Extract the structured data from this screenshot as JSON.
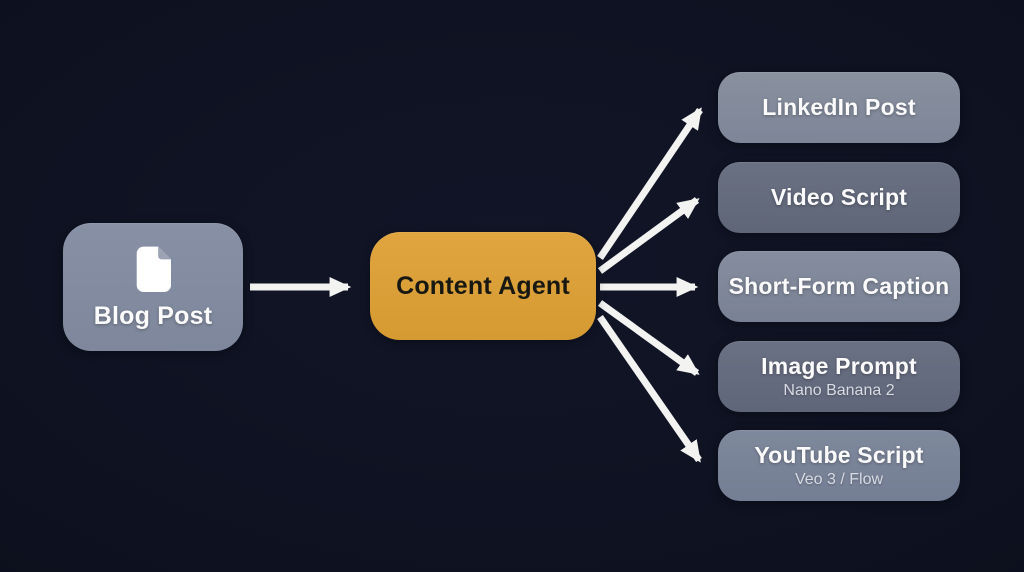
{
  "diagram": {
    "background_color": "#0d1120",
    "arrow_color": "#f3f3f1",
    "input_node": {
      "label": "Blog Post",
      "icon": "document-icon",
      "color": "#828ba0"
    },
    "agent_node": {
      "label": "Content Agent",
      "color": "#dca03a",
      "text_color": "#181812"
    },
    "output_nodes": [
      {
        "label": "LinkedIn Post",
        "subtitle": "",
        "color": "#818a9e"
      },
      {
        "label": "Video Script",
        "subtitle": "",
        "color": "#656c7e"
      },
      {
        "label": "Short-Form Caption",
        "subtitle": "",
        "color": "#7e8799"
      },
      {
        "label": "Image Prompt",
        "subtitle": "Nano Banana 2",
        "color": "#656c7e"
      },
      {
        "label": "YouTube Script",
        "subtitle": "Veo 3 / Flow",
        "color": "#79839a"
      }
    ]
  }
}
